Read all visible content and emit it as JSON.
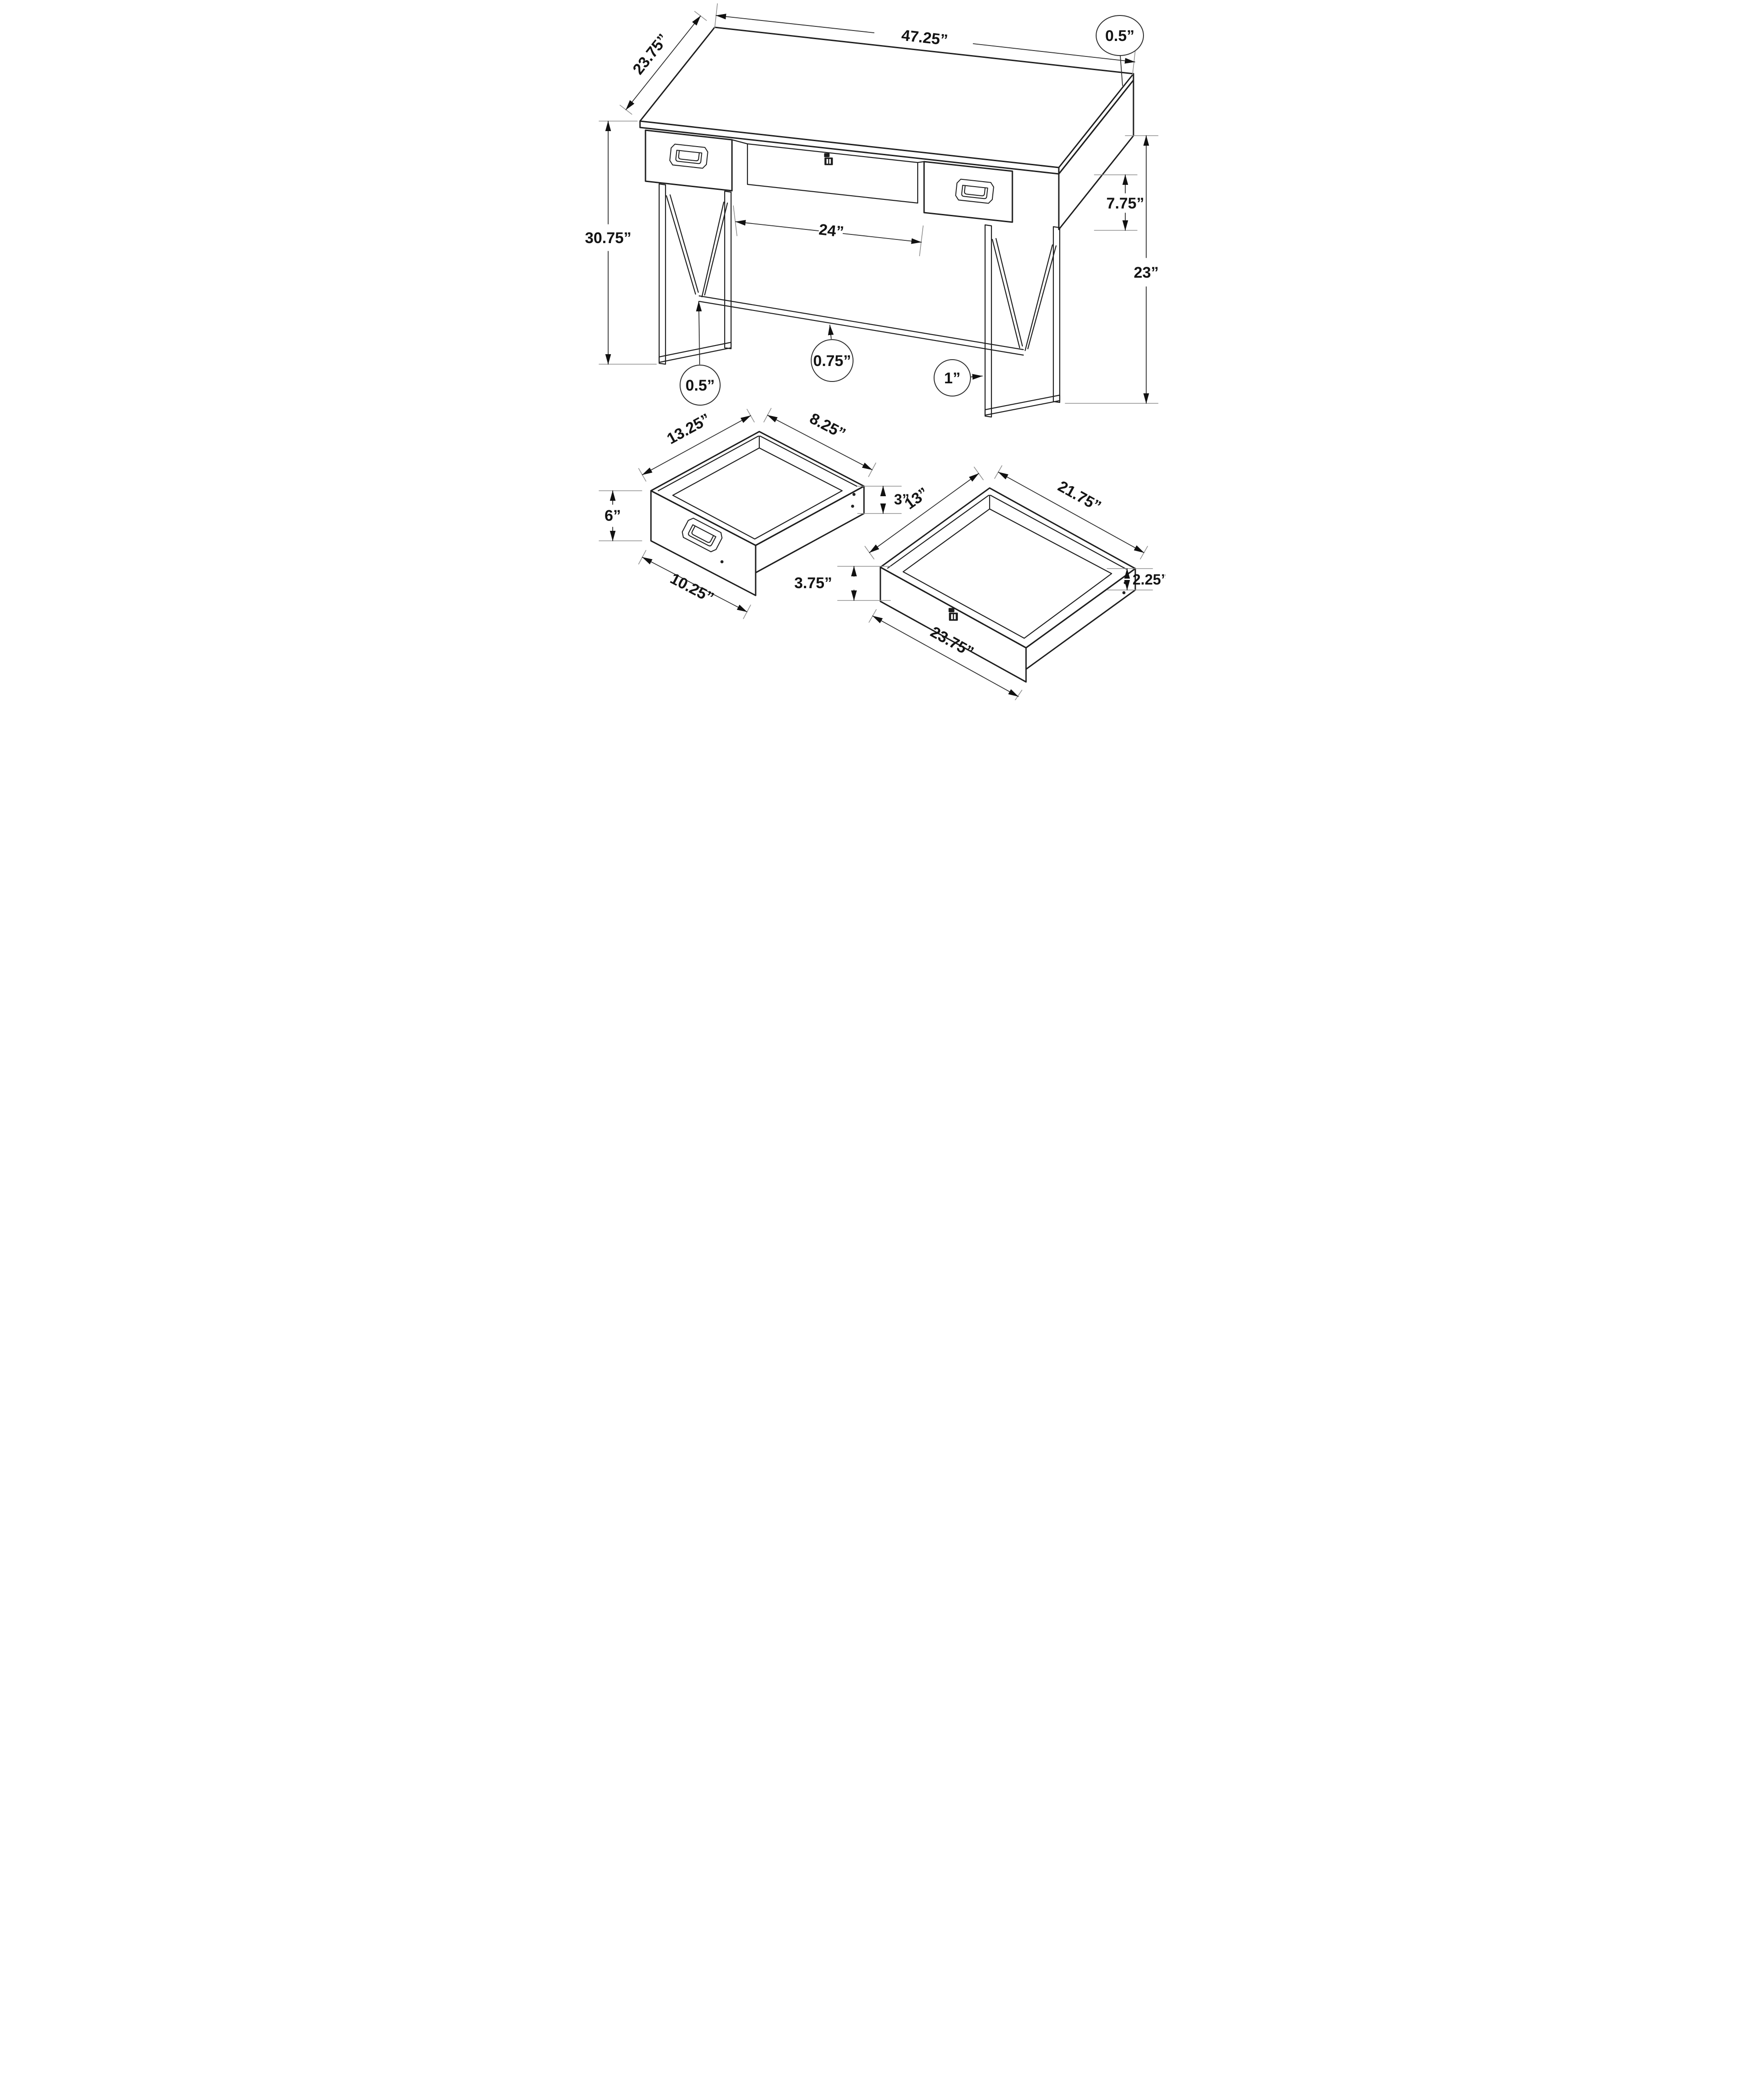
{
  "diagram": {
    "desk": {
      "width": "47.25”",
      "depth": "23.75”",
      "top_thickness": "0.5”",
      "apron_height": "7.75”",
      "overall_height": "30.75”",
      "knee_clearance_width": "24”",
      "leg_height": "23”",
      "stretcher_thickness": "0.75”",
      "brace_thickness": "0.5”",
      "leg_width": "1”"
    },
    "small_drawer": {
      "depth": "13.25”",
      "width": "8.25”",
      "front_height": "6”",
      "side_height": "3”",
      "front_width": "10.25”"
    },
    "large_drawer": {
      "depth": "13”",
      "width": "21.75”",
      "front_height": "3.75”",
      "side_height": "2.25”",
      "front_width": "23.75”"
    }
  },
  "colors": {
    "background": "#ffffff",
    "object_line": "#1f1f1f",
    "dimension_line": "#2e2e2e",
    "extension_line": "#8f8f8f",
    "text": "#141414",
    "arrow": "#111111"
  }
}
